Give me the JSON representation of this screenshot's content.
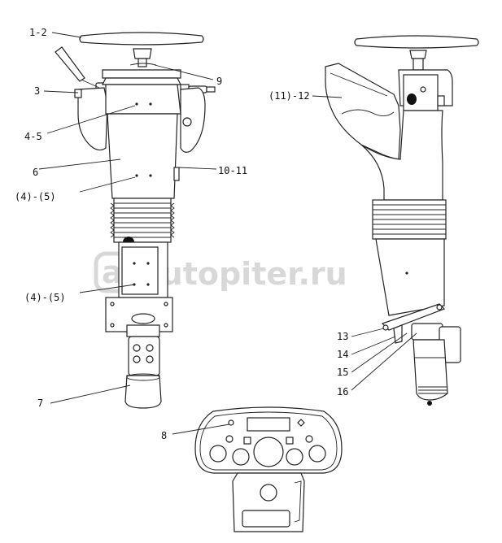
{
  "watermark": "autopiter.ru",
  "labels": {
    "l1_2": "1-2",
    "l3": "3",
    "l4_5": "4-5",
    "l6": "6",
    "l4_5b": "(4)-(5)",
    "l4_5c": "(4)-(5)",
    "l7": "7",
    "l8": "8",
    "l9": "9",
    "l10_11": "10-11",
    "l11_12": "(11)-12",
    "l13": "13",
    "l14": "14",
    "l15": "15",
    "l16": "16"
  },
  "colors": {
    "line": "#222222",
    "watermark": "#d4d4d4",
    "background": "#ffffff"
  }
}
